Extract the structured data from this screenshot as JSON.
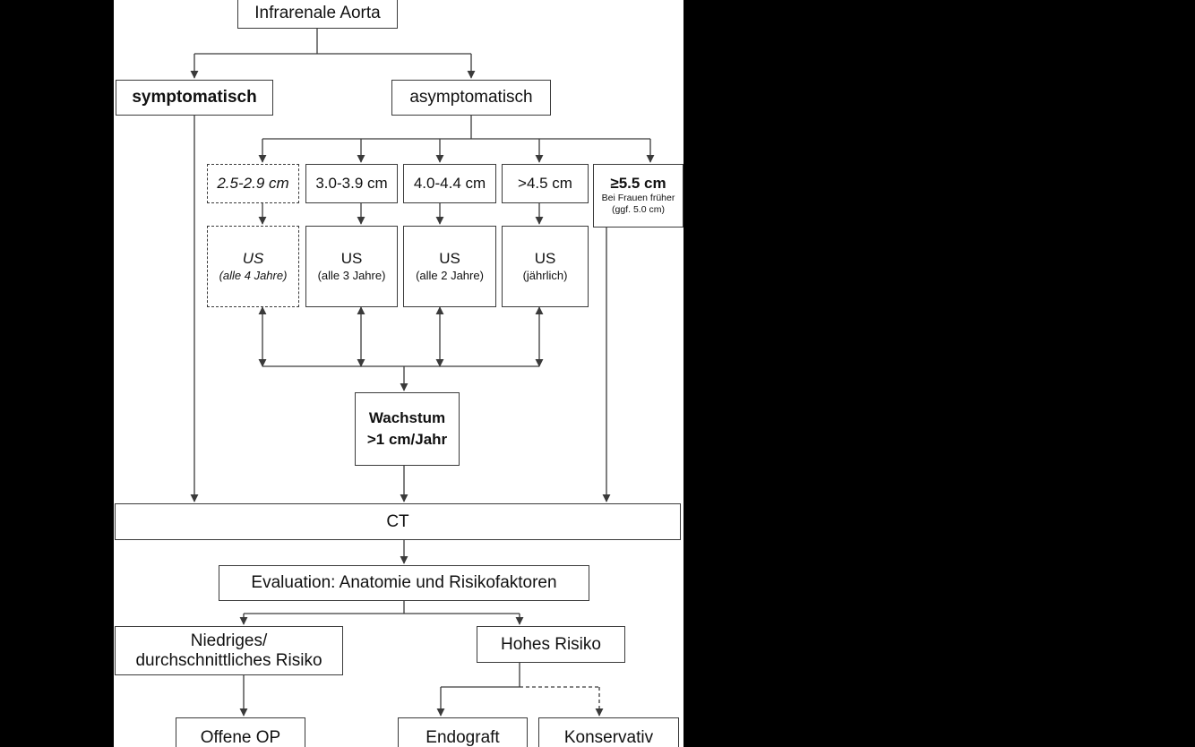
{
  "nodes": {
    "root": "Infrarenale Aorta",
    "symptomatic": "symptomatisch",
    "asymptomatic": "asymptomatisch",
    "size_1": "2.5-2.9 cm",
    "size_2": "3.0-3.9 cm",
    "size_3": "4.0-4.4 cm",
    "size_4": ">4.5 cm",
    "size_5": {
      "title": "≥5.5 cm",
      "note_1": "Bei Frauen früher",
      "note_2": "(ggf. 5.0 cm)"
    },
    "us_1": {
      "title": "US",
      "interval": "(alle 4 Jahre)"
    },
    "us_2": {
      "title": "US",
      "interval": "(alle 3 Jahre)"
    },
    "us_3": {
      "title": "US",
      "interval": "(alle 2 Jahre)"
    },
    "us_4": {
      "title": "US",
      "interval": "(jährlich)"
    },
    "growth": {
      "line_1": "Wachstum",
      "line_2": ">1 cm/Jahr"
    },
    "ct": "CT",
    "evaluation": "Evaluation: Anatomie und Risikofaktoren",
    "low_risk": {
      "line_1": "Niedriges/",
      "line_2": "durchschnittliches Risiko"
    },
    "high_risk": "Hohes Risiko",
    "open_surgery": "Offene OP",
    "endograft": "Endograft",
    "conservative": "Konservativ"
  },
  "colors": {
    "background": "#000000",
    "canvas": "#ffffff",
    "line": "#3a3a3a",
    "text": "#111111"
  }
}
